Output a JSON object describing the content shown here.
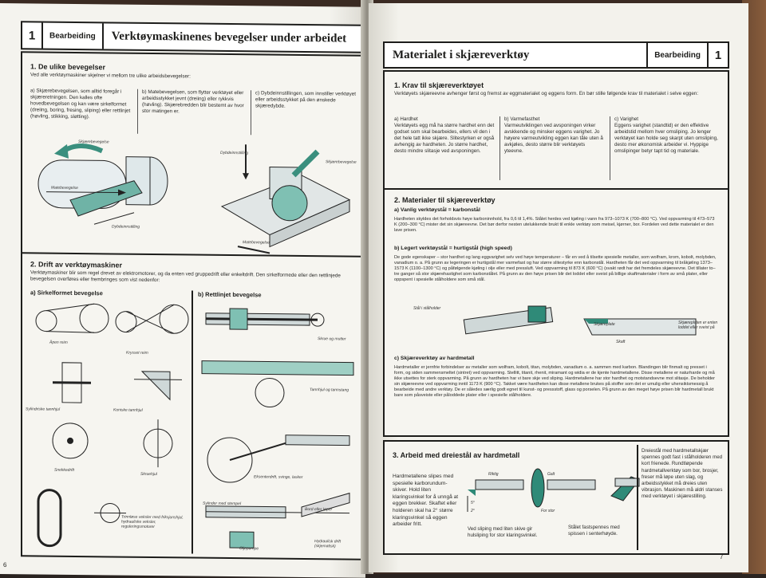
{
  "left_page": {
    "header": {
      "number": "1",
      "tag": "Bearbeiding",
      "title": "Verktøymaskinenes bevegelser under arbeidet"
    },
    "section1": {
      "heading": "1. De ulike bevegelser",
      "intro": "Ved alle verktøymaskiner skjelner vi mellom tre ulike arbeidsbevegelser:",
      "col_a": "a) Skjærebevegelsen, som alltid foregår i skjæreretningen. Den kalles ofte hovedbevegelsen og kan være sirkelformet (dreiing, boring, fresing, sliping) eller rettlinjet (høvling, stikking, sløtting).",
      "col_b": "b) Matebevegelsen, som flytter verktøyet eller arbeidsstykket jevnt (dreiing) eller rykkvis (høvling). Skjærebredden blir bestemt av hvor stor matingen er.",
      "col_c": "c) Dybdeinnstillingen, som innstiller verktøyet eller arbeidsstykket på den ønskede skjæredybde.",
      "labels": {
        "skjaerebevegelse": "Skjærebevegelse",
        "matebevegelse": "Matebevegelse",
        "dybdeinnstilling": "Dybdeinnstilling",
        "skjaerebev2": "Skjærebevegelse",
        "matebev2": "Matebevegelse",
        "dybdeinnst2": "Dybdeinnstilling"
      }
    },
    "section2": {
      "heading": "2. Drift av verktøymaskiner",
      "intro": "Verktøymaskiner blir som regel drevet av elektromotorer, og da enten ved gruppedrift eller enkeltdrift. Den sirkelformede eller den rettlinjede bevegelsen overføres eller frembringes som vist nedenfor:",
      "sub_a": "a) Sirkelformet bevegelse",
      "sub_b": "b) Rettlinjet bevegelse",
      "labels": {
        "apen_reim": "Åpen reim",
        "krysset_reim": "Krysset reim",
        "sylindriske": "Sylindriske tannhjul",
        "koniske": "Koniske tannhjul",
        "snekkedrift": "Snekkedrift",
        "skruehjul": "Skruehjul",
        "trinnlose": "Trinnløse veksler med friksjonshjul, hydrauliske veksler, reguleringsmotorer",
        "skrue": "Skrue og mutter",
        "tannhjul": "Tannhjul og tannstang",
        "eksenter": "Eksenterdrift, svinge, lasker",
        "sylinder": "Sylinder med stempel",
        "bord": "Bord eller løper",
        "hydraulisk": "Hydraulisk drift (skjematisk)",
        "oljepumpe": "Oljepumpe"
      }
    },
    "page_number": "6"
  },
  "right_page": {
    "header": {
      "title": "Materialet i skjæreverktøy",
      "tag": "Bearbeiding",
      "number": "1"
    },
    "section1": {
      "heading": "1. Krav til skjæreverktøyet",
      "intro": "Verktøyets skjæreevne avhenger først og fremst av eggmaterialet og eggens form. En bør stille følgende krav til materialet i selve eggen:",
      "col_a": "a) Hardhet\nVerktøyets egg må ha større hardhet enn det godset som skal bearbeides, ellers vil den i det hele tatt ikke skjære. Slitestyrken er også avhengig av hardheten. Jo større hardhet, desto mindre slitasje ved avsponingen.",
      "col_b": "b) Varmefasthet\nVarmeutviklingen ved avsponingen virker avskkende og minsker eggens varighet. Jo høyere varmeutvikling eggen kan tåle uten å avkjøles, desto større blir verktøyets yteevne.",
      "col_c": "c) Varighet\nEggens varighet (standtid) er den effektive arbeidstid mellom hver omsliping. Jo lenger verktøyet kan holde seg skarpt uten omsliping, desto mer økonomisk arbeider vi. Hyppige omslipinger betyr tapt tid og materiale."
    },
    "section2": {
      "heading": "2. Materialer til skjæreverktøy",
      "sub_a": "a) Vanlig verktøystål = karbonstål",
      "text_a": "Hardheten skyldes det forholdsvis høye karboninnhold, fra 0,6 til 1,4%. Stålet herdes ved kjøling i vann fra 973–1073 K (700–800 °C). Ved oppvarming til 473–573 K (200–300 °C) mister det sin skjæreevne. Det bør derfor nesten utelukkende brukt til enkle verktøy som meisel, kjørner, bor. Fordelen ved dette materialet er den lave prisen.",
      "sub_b": "b) Legert verktøystål = hurtigstål (high speed)",
      "text_b": "De gode egenskaper – stor hardhet og lang eggvarighet selv ved høye temperaturer – får en ved å tilsette spesielle metaller, som wolfram, krom, kobolt, molybden, vanadium o. a. På grunn av legeringen er hurtigstål mer varmefast og har større slitestyrke enn karbonstål. Hardheten får det ved oppvarming til bråkjøling 1373–1573 K (1100–1300 °C) og påfølgende kjøling i olje eller med pressluft. Ved oppvarming til 873 K (600 °C) (svakt rødt har det fremdeles skjæreevne. Det tillater to–tre ganger så stor skjærehastighet som karbonstålet. På grunn av den høye prisen blir det loddet eller sveist på billige skaftmaterialer i form av små plater, eller oppspent i spesielle stålholdere som små stål.",
      "labels": {
        "stal_holder": "Stål i stålholder",
        "skjaereplate": "Skjæreplate",
        "skaft": "Skaft",
        "sidenote": "Skjæreplaten er enten loddet eller sveist på"
      },
      "sub_c": "c) Skjæreverktøy av hardmetall",
      "text_c": "Hardmetaller er jernfrie forbindelser av metaller som wolfram, kobolt, titan, molybden, vanadium o. a. sammen med karbon. Blandingen blir finmalt og presset i form, og siden sammensmeltet (sintret) ved oppvarming. Stellitt, titanit, rhenit, miramant og widia er de kjente hardmetallene. Disse metallene er naturharde og må ikke utsettes for sterk oppvarming. På grunn av hardheten har vi bare skje ved sliping. Hardmetallene har stor hardhet og motstandsevne mot slitasje. De beholder sin skjæreevne ved oppvarming inntil 1173 K (900 °C). Takket være hardheten kan disse metallene brukes på stoffer som det er umulig eller uhensiktsmessig å bearbeide med andre verktøy. De er således særlig godt egnet til kunst- og pressstoff, glass og porselen. På grunn av den meget høye prisen blir hardmetall brukt bare som påsveiste eller påloddede plater eller i spesielle stålholdere."
    },
    "section3": {
      "heading": "3. Arbeid med dreiestål av hardmetall",
      "left_text": "Hardmetallene slipes med spesielle karborundum-skiver. Hold liten klaringsvinkel for å unngå at eggen brekker. Skaftet eller holderen skal ha 2° større klaringsvinkel så eggen arbeider fritt.",
      "mid_caption1": "Ved sliping med liten skive gir hulsliping for stor klaringsvinkel.",
      "mid_caption2": "Stålet fastspennes med spissen i senterhøyde.",
      "right_text": "Dreiestål med hardmetallskjær spennes godt fast i stålholderen med kort frienede. Rundtløpende hardmetallverktøy som bor, brosjer, freser må løpe uten slag, og arbeidsstykket må dreies uten vibrasjon. Maskinen må aldri stanses med verktøyet i skjærestilling.",
      "labels": {
        "riktig": "Riktig",
        "galt": "Galt",
        "for_stor": "For stor",
        "deg5": "5°",
        "deg2": "2°"
      }
    },
    "page_number": "7"
  }
}
